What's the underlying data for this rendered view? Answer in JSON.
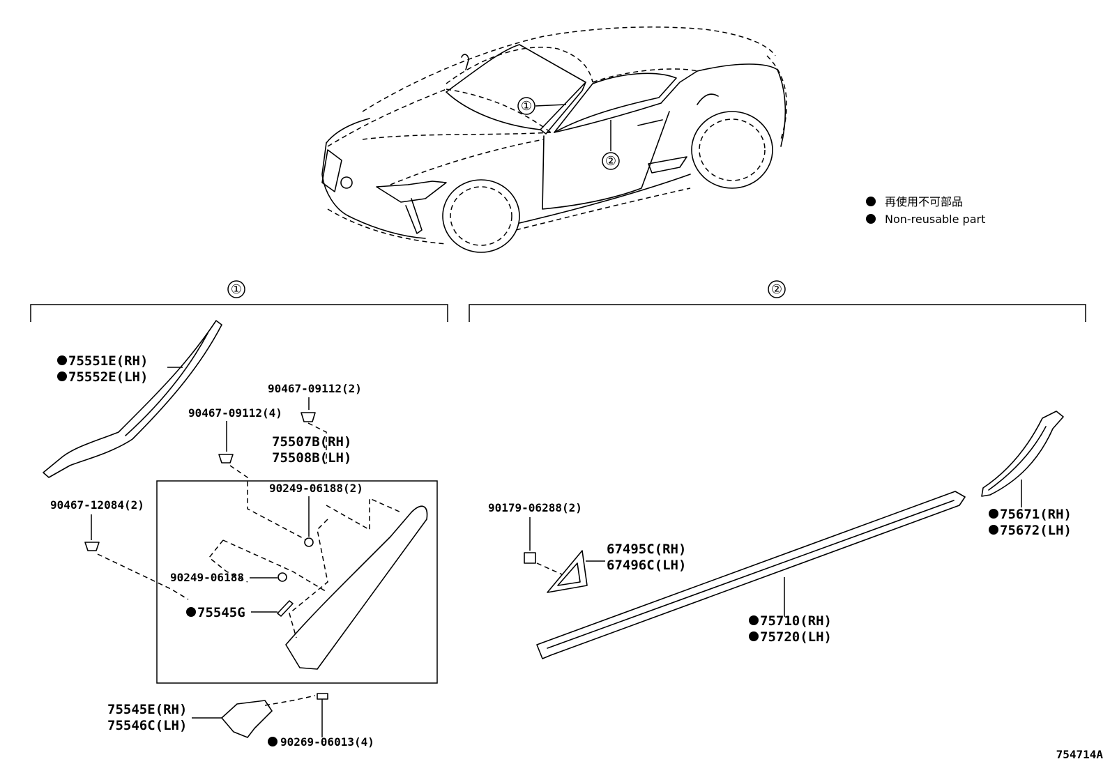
{
  "legend": {
    "items": [
      {
        "marker": "filled-circle",
        "text": "再使用不可部品"
      },
      {
        "marker": "filled-circle",
        "text": "Non-reusable part"
      }
    ]
  },
  "callouts": {
    "c1": "①",
    "c2": "②"
  },
  "sections": [
    {
      "label": "①"
    },
    {
      "label": "②"
    }
  ],
  "parts": {
    "p75551E": "75551E(RH)",
    "p75552E": "75552E(LH)",
    "p90467_09112_2": "90467-09112(2)",
    "p90467_09112_4": "90467-09112(4)",
    "p75507B": "75507B(RH)",
    "p75508B": "75508B(LH)",
    "p90467_12084": "90467-12084(2)",
    "p90249_06188_2": "90249-06188(2)",
    "p90249_06188": "90249-06188",
    "p75545G": "75545G",
    "p75545E": "75545E(RH)",
    "p75546C": "75546C(LH)",
    "p90269_06013": "90269-06013(4)",
    "p90179_06288": "90179-06288(2)",
    "p67495C": "67495C(RH)",
    "p67496C": "67496C(LH)",
    "p75671": "75671(RH)",
    "p75672": "75672(LH)",
    "p75710": "75710(RH)",
    "p75720": "75720(LH)"
  },
  "figure_id": "754714A"
}
